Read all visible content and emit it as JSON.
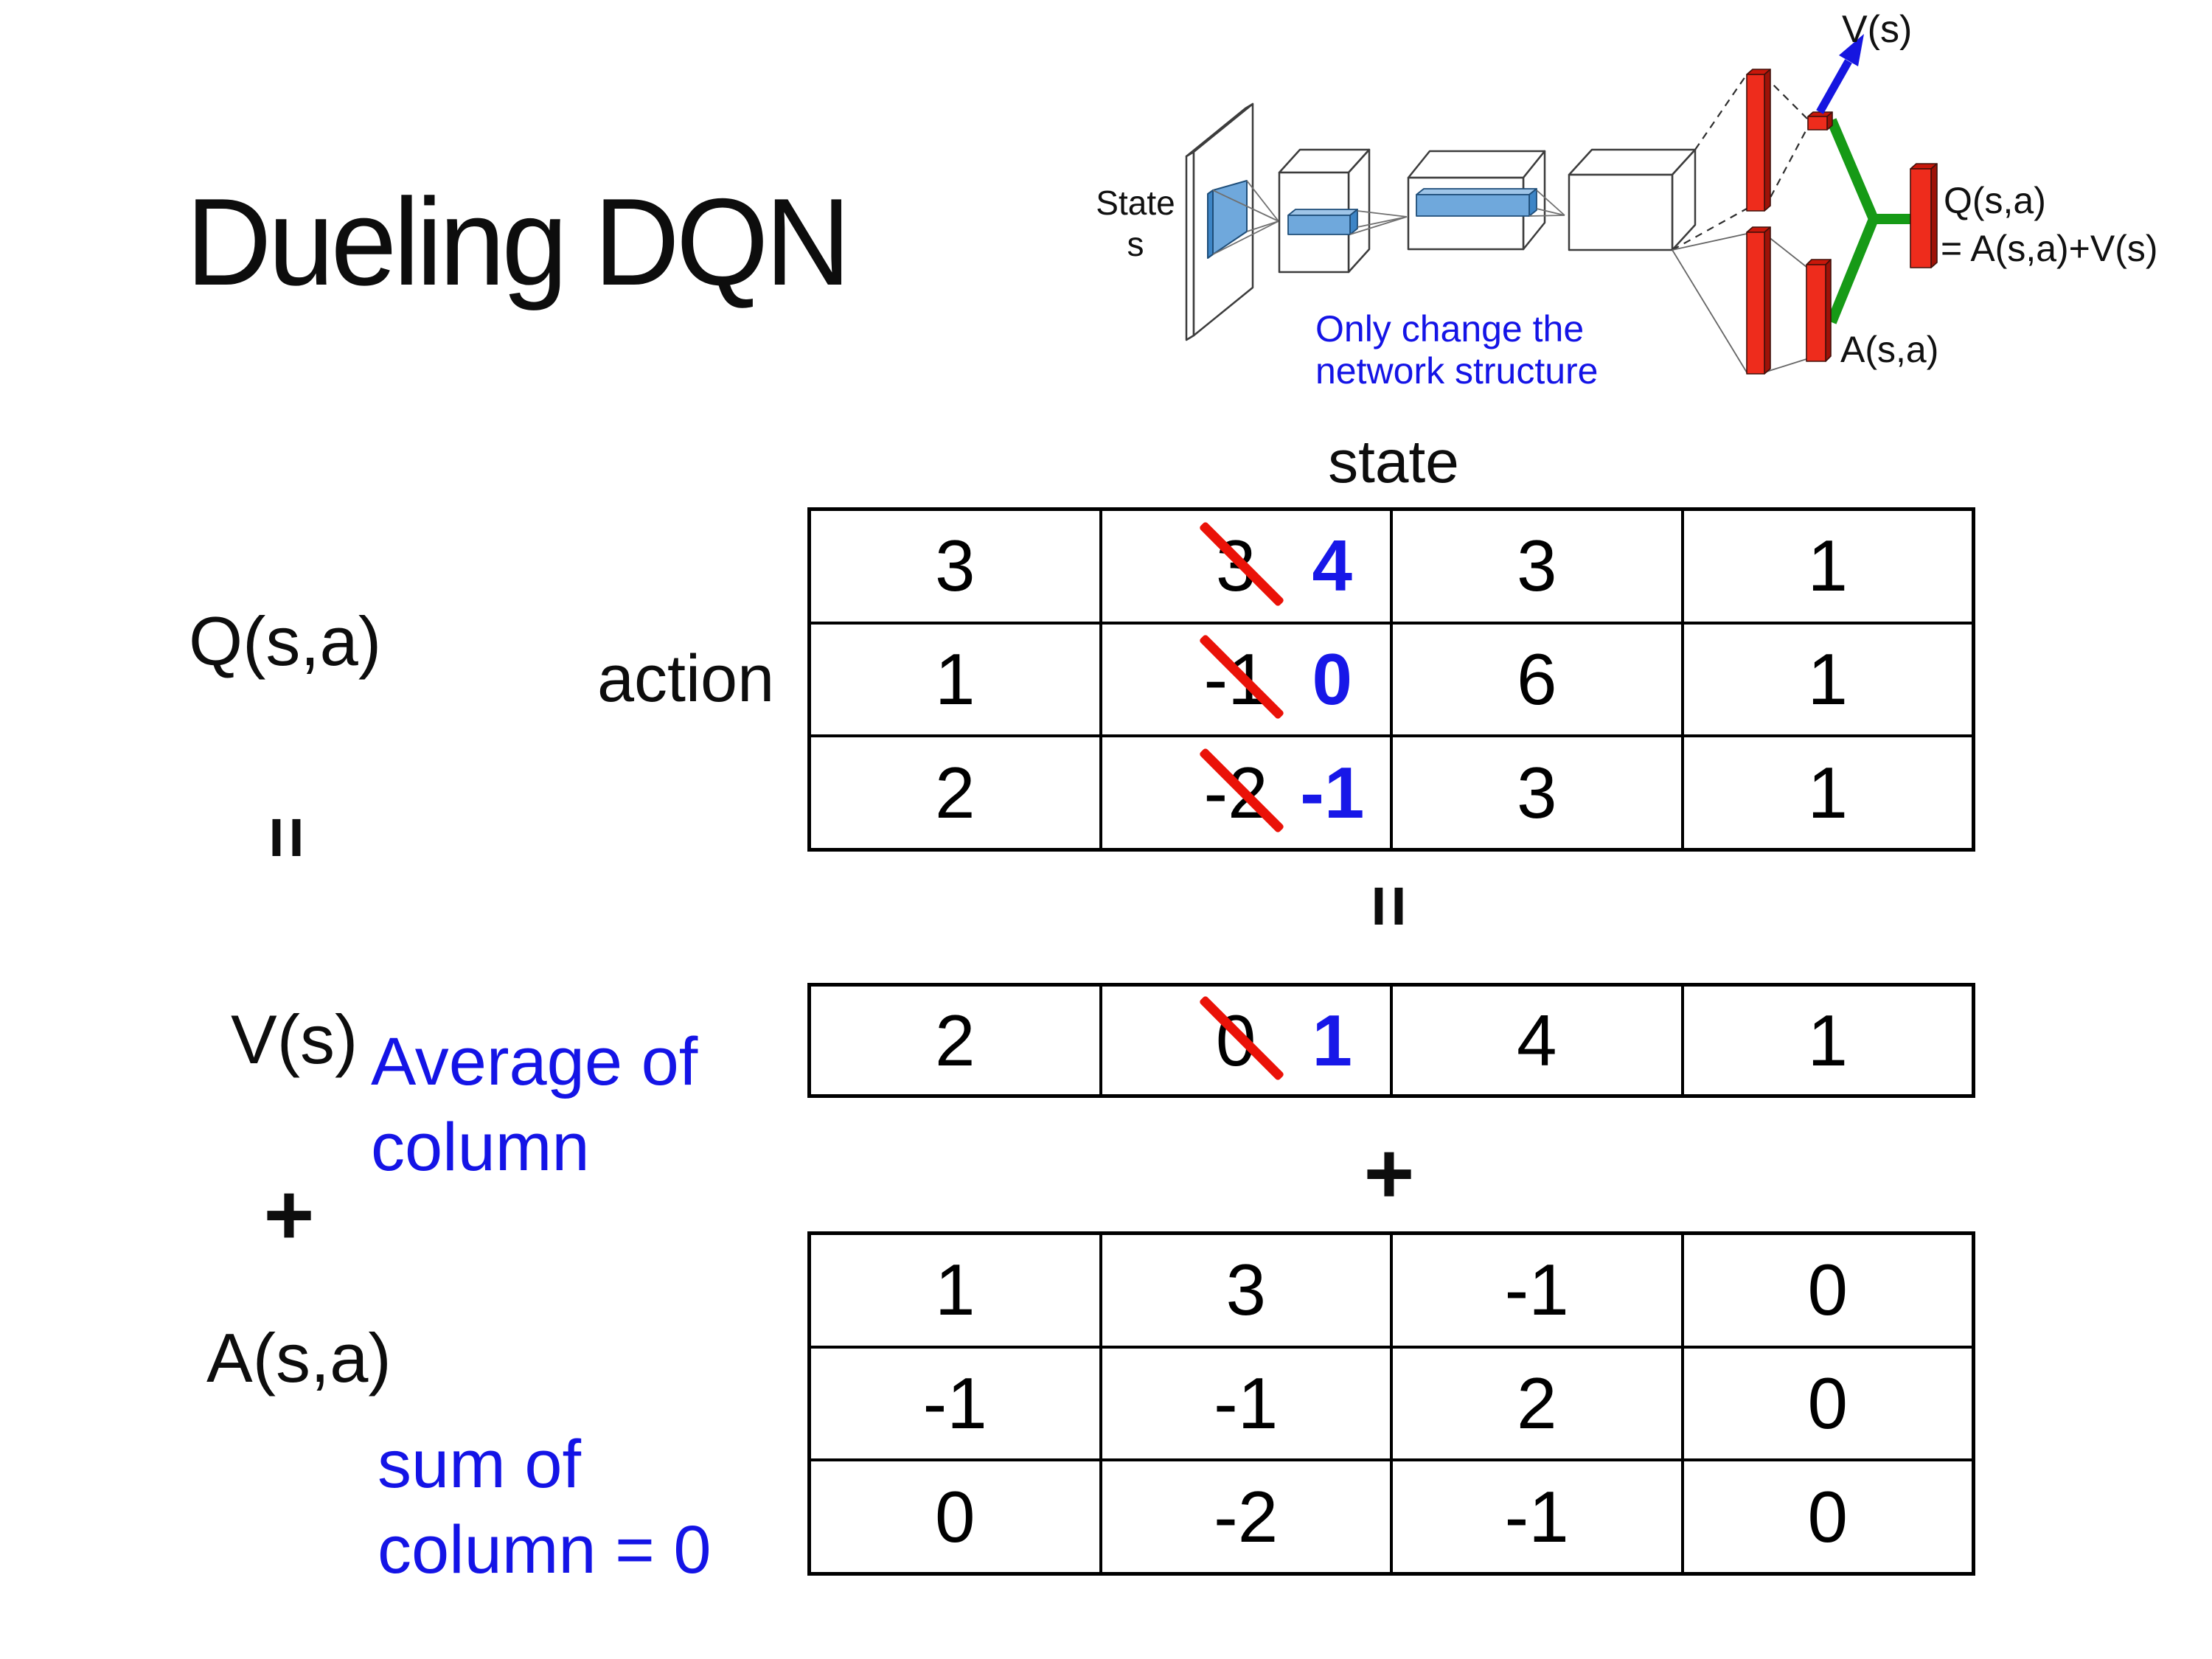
{
  "slide": {
    "title": "Dueling DQN"
  },
  "colors": {
    "note_blue": "#1414e6",
    "cell_new_blue": "#1717e8",
    "strike_red": "#ea1208",
    "bar_red": "#ee2c1c",
    "bar_red_side": "#9e1208",
    "bar_red_top": "#c8170a",
    "green_link": "#169a16",
    "arrow_blue": "#1616e0",
    "filter_blue": "#6fa8dc",
    "filter_blue_dark": "#3d85c6"
  },
  "diagram": {
    "state_line1": "State",
    "state_line2": "s",
    "note_line1": "Only change the",
    "note_line2": "network structure",
    "v_out": "V(s)",
    "q_out": "Q(s,a)",
    "q_formula": "= A(s,a)+V(s)",
    "a_out": "A(s,a)"
  },
  "equation": {
    "q": "Q(s,a)",
    "eq": "=",
    "v": "V(s)",
    "plus": "+",
    "a": "A(s,a)",
    "action": "action",
    "state": "state",
    "eq_center": "=",
    "plus_center": "+",
    "v_note1": "Average of",
    "v_note2": "column",
    "a_note1": "sum of",
    "a_note2": "column = 0"
  },
  "tables": {
    "q": {
      "rows": [
        [
          "3",
          {
            "old": "3",
            "new": "4"
          },
          "3",
          "1"
        ],
        [
          "1",
          {
            "old": "-1",
            "new": "0"
          },
          "6",
          "1"
        ],
        [
          "2",
          {
            "old": "-2",
            "new": "-1"
          },
          "3",
          "1"
        ]
      ]
    },
    "v": {
      "rows": [
        [
          "2",
          {
            "old": "0",
            "new": "1"
          },
          "4",
          "1"
        ]
      ]
    },
    "a": {
      "rows": [
        [
          "1",
          "3",
          "-1",
          "0"
        ],
        [
          "-1",
          "-1",
          "2",
          "0"
        ],
        [
          "0",
          "-2",
          "-1",
          "0"
        ]
      ]
    }
  }
}
